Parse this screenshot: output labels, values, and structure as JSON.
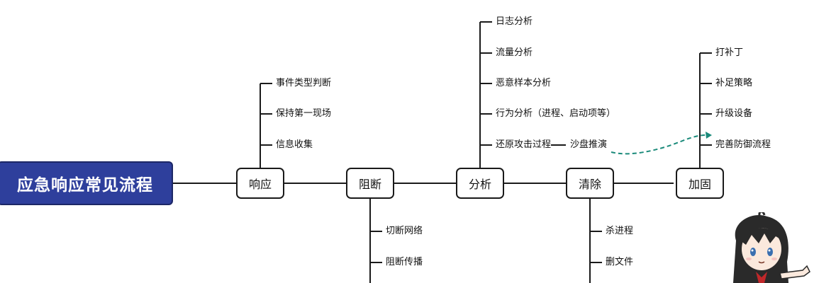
{
  "root": {
    "label": "应急响应常见流程"
  },
  "stages": [
    {
      "id": "respond",
      "label": "响应",
      "children": [
        "事件类型判断",
        "保持第一现场",
        "信息收集"
      ]
    },
    {
      "id": "block",
      "label": "阻断",
      "children": [
        "切断网络",
        "阻断传播"
      ]
    },
    {
      "id": "analyze",
      "label": "分析",
      "children": [
        "日志分析",
        "流量分析",
        "恶意样本分析",
        "行为分析（进程、启动项等）",
        "还原攻击过程"
      ]
    },
    {
      "id": "clear",
      "label": "清除",
      "children": [
        "杀进程",
        "删文件"
      ]
    },
    {
      "id": "harden",
      "label": "加固",
      "children": [
        "打补丁",
        "补足策略",
        "升级设备",
        "完善防御流程"
      ]
    }
  ],
  "extra": {
    "label": "沙盘推演"
  },
  "colors": {
    "root_fill": "#2e3f9c",
    "line": "#1a1a1a",
    "dashed_arrow": "#1a8a7a"
  }
}
